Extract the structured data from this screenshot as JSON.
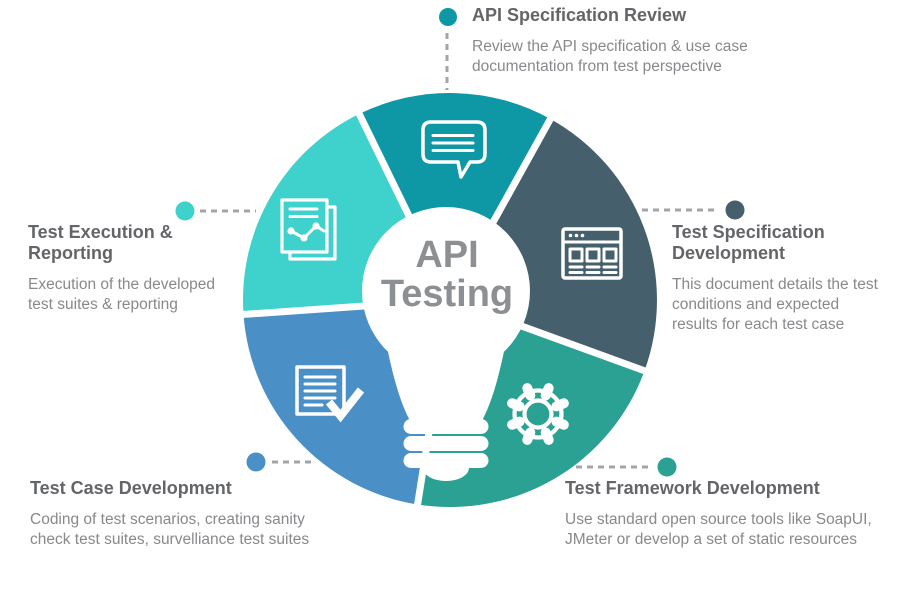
{
  "title": "API Testing",
  "center": {
    "line1": "API",
    "line2": "Testing",
    "text_color": "#8d9093"
  },
  "items": [
    {
      "id": "api-specification-review",
      "position": "top",
      "title": "API Specification Review",
      "description": "Review the API specification & use case\ndocumentation from test perspective",
      "color": "#0e98a6",
      "icon": "chat-bubble-icon"
    },
    {
      "id": "test-specification-development",
      "position": "right",
      "title": "Test Specification\nDevelopment",
      "description": "This document details the test\nconditions and expected\nresults for each test case",
      "color": "#45606c",
      "icon": "browser-window-icon"
    },
    {
      "id": "test-framework-development",
      "position": "bottom-right",
      "title": "Test Framework Development",
      "description": "Use standard open source tools like SoapUI,\nJMeter or develop a set of static resources",
      "color": "#2aa193",
      "icon": "gear-icon"
    },
    {
      "id": "test-case-development",
      "position": "bottom-left",
      "title": "Test Case Development",
      "description": "Coding of test scenarios, creating sanity\ncheck test suites, survelliance test suites",
      "color": "#4a90c6",
      "icon": "document-check-icon"
    },
    {
      "id": "test-execution-reporting",
      "position": "left",
      "title": "Test Execution &\nReporting",
      "description": "Execution of the developed\ntest suites & reporting",
      "color": "#3fd1cc",
      "icon": "report-pages-icon"
    }
  ],
  "styles": {
    "title_color": "#636568",
    "description_color": "#87898c",
    "connector_color": "#a2a4a7",
    "icon_stroke": "#ffffff",
    "background": "#ffffff"
  }
}
